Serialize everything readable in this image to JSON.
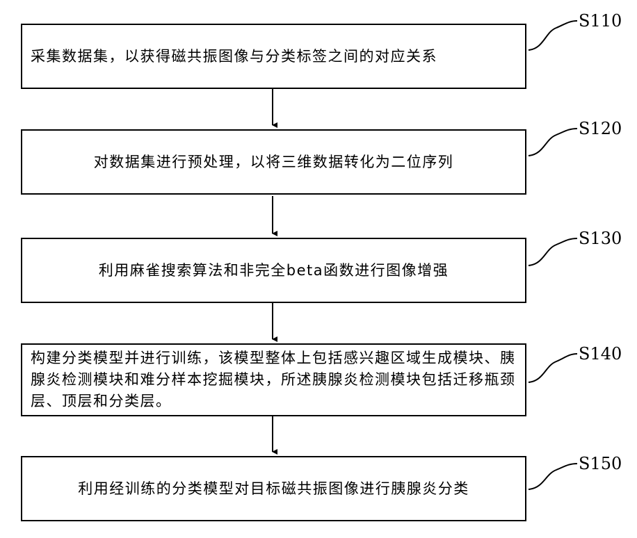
{
  "steps": [
    {
      "id": "S110",
      "text": "采集数据集，以获得磁共振图像与分类标签之间的对应关系"
    },
    {
      "id": "S120",
      "text": "对数据集进行预处理，以将三维数据转化为二位序列"
    },
    {
      "id": "S130",
      "text": "利用麻雀搜索算法和非完全beta函数进行图像增强"
    },
    {
      "id": "S140",
      "text": "构建分类模型并进行训练，该模型整体上包括感兴趣区域生成模块、胰腺炎检测模块和难分样本挖掘模块，所述胰腺炎检测模块包括迁移瓶颈层、顶层和分类层。"
    },
    {
      "id": "S150",
      "text": "利用经训练的分类模型对目标磁共振图像进行胰腺炎分类"
    }
  ]
}
